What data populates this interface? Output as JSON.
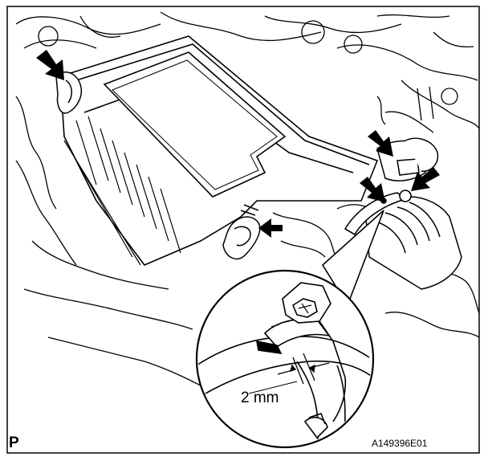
{
  "diagram": {
    "panel_label": "P",
    "figure_id": "A149396E01",
    "dimension_label": "2 mm",
    "colors": {
      "line": "#000000",
      "background": "#ffffff"
    },
    "icons": [
      "arrow-icon"
    ]
  }
}
